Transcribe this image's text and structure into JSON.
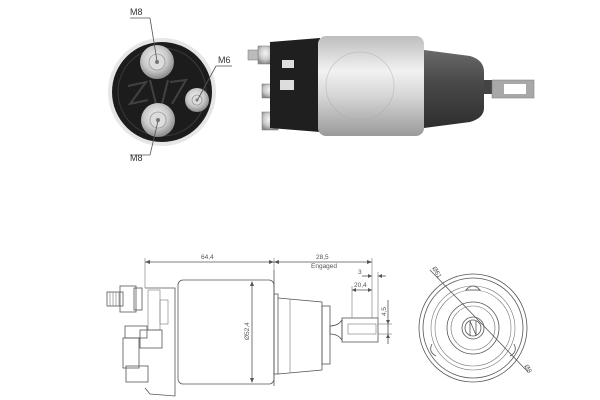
{
  "photo_end_view": {
    "terminals": [
      {
        "label": "M8",
        "position": "top"
      },
      {
        "label": "M6",
        "position": "right"
      },
      {
        "label": "M8",
        "position": "bottom"
      }
    ]
  },
  "photo_side_view": {
    "description": "Starter solenoid side photo"
  },
  "drawing_side_view": {
    "dimensions": {
      "length_body": "64,4",
      "plunger_travel": "28,5",
      "plunger_travel_note": "Engaged",
      "eye_offset": "3",
      "eye_length": "20,4",
      "eye_width": "4,5",
      "body_diameter": "Ø52,4"
    }
  },
  "drawing_end_view": {
    "dimensions": {
      "top_left_label": "Ø61",
      "bottom_right_label": "Ø8"
    }
  },
  "colors": {
    "background": "#ffffff",
    "line": "#555555",
    "solenoid_body_silver": "#cfcfcf",
    "cap_dark": "#2a2a2a",
    "boot_gray": "#4a4a4a"
  }
}
